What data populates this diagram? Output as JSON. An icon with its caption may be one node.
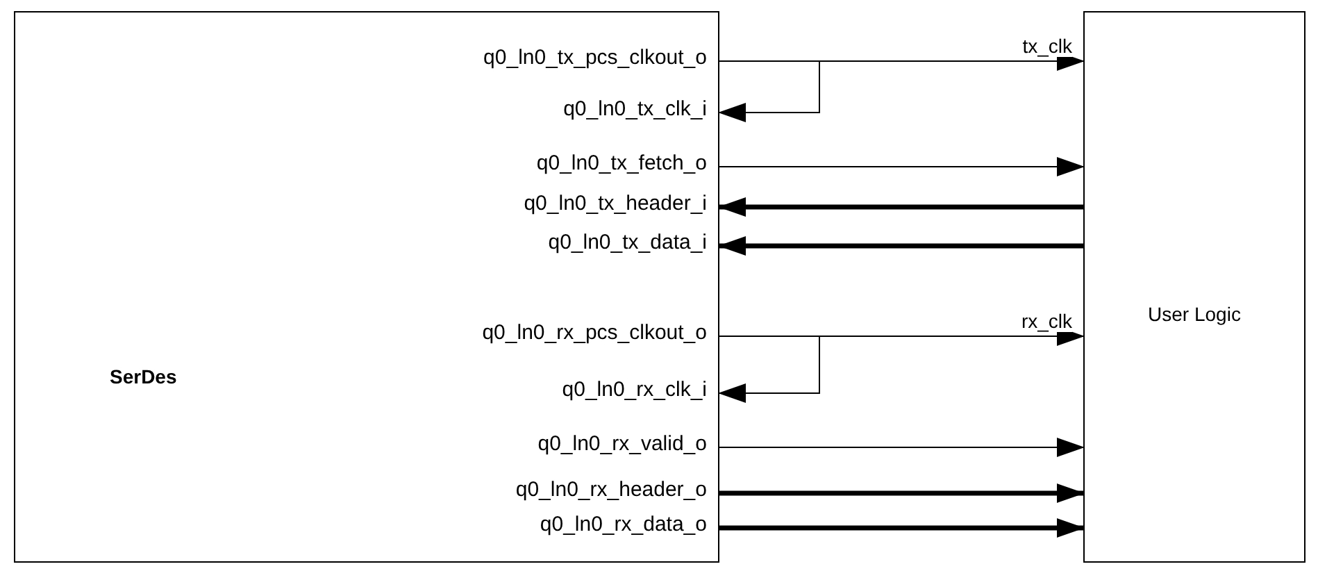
{
  "diagram": {
    "nodes": [
      {
        "text": [
          "SerDes"
        ]
      },
      {
        "text": [
          "User Logic"
        ]
      },
      {
        "text": [
          "q0_ln0_tx_pcs_clkout_o"
        ],
        "in": 0
      },
      {
        "text": [
          "q0_ln0_tx_clk_i"
        ],
        "in": 0
      },
      {
        "text": [
          "q0_ln0_tx_fetch_o"
        ],
        "in": 0
      },
      {
        "text": [
          "q0_ln0_tx_header_i"
        ],
        "in": 0
      },
      {
        "text": [
          "q0_ln0_tx_data_i"
        ],
        "in": 0
      },
      {
        "text": [
          "q0_ln0_rx_pcs_clkout_o"
        ],
        "in": 0
      },
      {
        "text": [
          "q0_ln0_rx_clk_i"
        ],
        "in": 0
      },
      {
        "text": [
          "q0_ln0_rx_valid_o"
        ],
        "in": 0
      },
      {
        "text": [
          "q0_ln0_rx_header_o"
        ],
        "in": 0
      },
      {
        "text": [
          "q0_ln0_rx_data_o"
        ],
        "in": 0
      }
    ],
    "edges": [
      {
        "from": 2,
        "to": 1,
        "arrow": "to",
        "label": "tx_clk"
      },
      {
        "from": 2,
        "to": 3,
        "arrow": "to"
      },
      {
        "from": 4,
        "to": 1,
        "arrow": "to"
      },
      {
        "from": 1,
        "to": 5,
        "arrow": "to",
        "style": "thick"
      },
      {
        "from": 1,
        "to": 6,
        "arrow": "to",
        "style": "thick"
      },
      {
        "from": 7,
        "to": 1,
        "arrow": "to",
        "label": "rx_clk"
      },
      {
        "from": 7,
        "to": 8,
        "arrow": "to"
      },
      {
        "from": 9,
        "to": 1,
        "arrow": "to"
      },
      {
        "from": 10,
        "to": 1,
        "arrow": "to",
        "style": "thick"
      },
      {
        "from": 11,
        "to": 1,
        "arrow": "to",
        "style": "thick"
      }
    ]
  }
}
